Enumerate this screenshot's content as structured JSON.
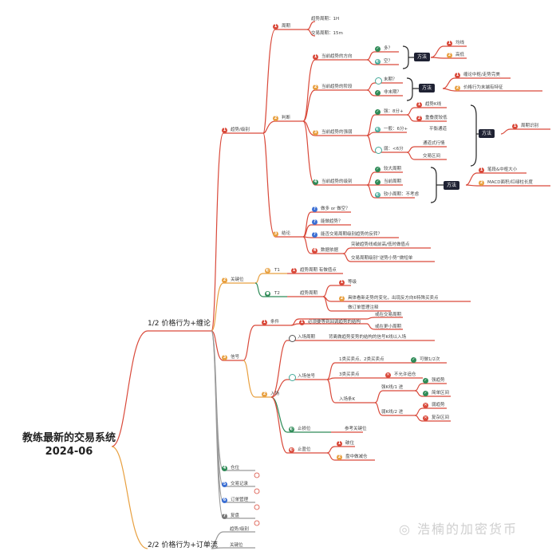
{
  "root": {
    "line1": "教练最新的交易系统",
    "line2": "2024-06"
  },
  "branches": {
    "b1": "1/2 价格行为+缠论",
    "b2": "2/2 价格行为+订单流"
  },
  "l2": {
    "trend": "趋势/级别",
    "key": "关键位",
    "signal": "信号",
    "entry": "仓位",
    "journal": "交易记录",
    "order": "订单管理",
    "review": "复盘"
  },
  "cycle": {
    "title": "周期",
    "a": "趋势周期：1H",
    "b": "交易周期：15m"
  },
  "judge": {
    "title": "判断",
    "dir": "当前趋势的方向",
    "dir_up": "多？",
    "dir_down": "空？",
    "dir_m1": "均线",
    "dir_m2": "高低",
    "stage": "当前趋势的阶段",
    "stage_a": "末期？",
    "stage_b": "非末期？",
    "stage_m1": "缠论中枢/走势完美",
    "stage_m2": "价格行为末端有特征",
    "strength": "当前趋势的强弱",
    "s1": "强：8分+",
    "s1a": "趋势K线",
    "s1b": "重叠度较低",
    "s2": "一般：6分+",
    "s2a": "平衡通道",
    "s3": "弱：<6分",
    "s3a": "通道式行情",
    "s3b": "交易区间",
    "s_m": "周期识别",
    "level": "当前趋势的级别",
    "lv1": "较大周期",
    "lv2": "当前周期",
    "lv3": "较小周期：不考虑",
    "lv_m1": "笔段&中枢大小",
    "lv_m2": "MACD面积/红绿柱长度",
    "method": "方法"
  },
  "conclusion": {
    "title": "结论",
    "q1": "做多 or 做空？",
    "q2": "能做趋势？",
    "q3": "能否交易周期级别趋势的反转？",
    "risk": "数据依据",
    "r1": "突破趋势线或前高/低时做值点",
    "r2": "交易周期级别“逆势小势”做短单"
  },
  "keylevel": {
    "t1": "T1",
    "t1a": "趋势周期 有做值点",
    "t2": "T2",
    "t2a": "趋势周期",
    "t2b": "等级",
    "t2c": "具体看新走势的变化，出现反方向6特殊买卖点",
    "t2d": "做订单管理注释"
  },
  "sig": {
    "cond": "条件",
    "cond_a": "必须要等到回调趋势的结构",
    "cond_b": "或在交易周期",
    "cond_c": "或在更小周期",
    "entry": "入场",
    "e1": "入场周期",
    "e1a": "背离做趋势变势的结构的信号K线以入场",
    "e2": "入场信号",
    "e2a": "1类买卖点、2类买卖点",
    "e2a1": "可做1/2次",
    "e2b": "3类买卖点",
    "e2b1": "不允许追仓",
    "e2c": "入场条K",
    "e2c1": "强K线/1 进",
    "e2c1a": "强趋势",
    "e2c1b": "简单区间",
    "e2c2": "弱K线/2 进",
    "e2c2a": "弱趋势",
    "e2c2b": "复杂区间",
    "sl": "止损位",
    "sl_a": "参考关键位",
    "tp": "止盈位",
    "tp_a": "破位",
    "tp_b": "盘中做减仓"
  },
  "b2items": {
    "a": "趋势/级别",
    "b": "关键位"
  },
  "watermark": "◎ 浩楠的加密货币"
}
